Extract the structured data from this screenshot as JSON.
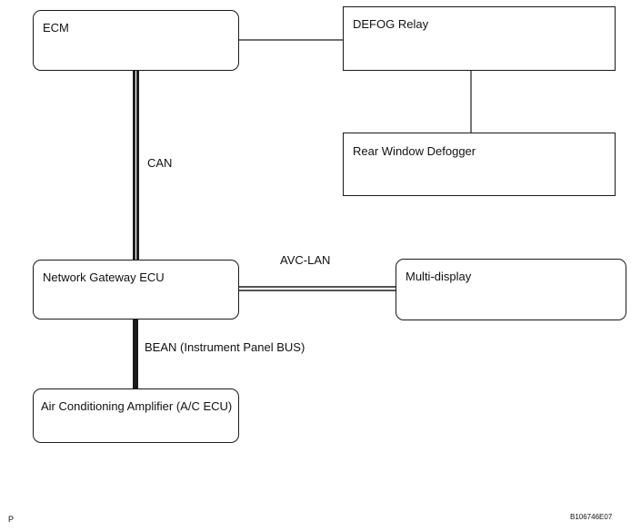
{
  "components": {
    "ecm": {
      "label": "ECM"
    },
    "defog_relay": {
      "label": "DEFOG Relay"
    },
    "rear_window_defogger": {
      "label": "Rear Window Defogger"
    },
    "network_gateway_ecu": {
      "label": "Network Gateway ECU"
    },
    "multi_display": {
      "label": "Multi-display"
    },
    "air_conditioning_amplifier": {
      "label": "Air Conditioning Amplifier (A/C ECU)"
    }
  },
  "buses": {
    "can": {
      "label": "CAN",
      "connects": [
        "ECM",
        "Network Gateway ECU"
      ]
    },
    "avc_lan": {
      "label": "AVC-LAN",
      "connects": [
        "Network Gateway ECU",
        "Multi-display"
      ]
    },
    "bean": {
      "label": "BEAN (Instrument Panel BUS)",
      "connects": [
        "Network Gateway ECU",
        "Air Conditioning Amplifier (A/C ECU)"
      ]
    }
  },
  "footer": {
    "left_mark": "P",
    "figure_code": "B106746E07"
  },
  "colors": {
    "line": "#1a1a1a",
    "background": "#ffffff"
  }
}
